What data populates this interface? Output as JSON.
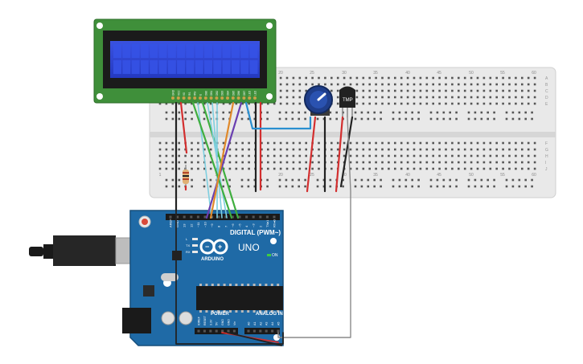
{
  "lcd": {
    "pin_labels": [
      "GND",
      "VCC",
      "V0",
      "RS",
      "RW",
      "E",
      "DB0",
      "DB1",
      "DB2",
      "DB3",
      "DB4",
      "DB5",
      "DB6",
      "DB7",
      "LED",
      "LED"
    ]
  },
  "breadboard": {
    "col_numbers": [
      "1",
      "10",
      "20",
      "25",
      "30",
      "35",
      "40",
      "45",
      "50",
      "55",
      "60"
    ],
    "row_letters_top": [
      "J",
      "I",
      "H",
      "G",
      "F"
    ],
    "row_letters_bottom": [
      "E",
      "D",
      "C",
      "B",
      "A"
    ]
  },
  "sensor": {
    "label": "TMP"
  },
  "arduino": {
    "brand": "ARDUINO",
    "model": "UNO",
    "digital_label": "DIGITAL (PWM~)",
    "power_label": "POWER",
    "analog_label": "ANALOG IN",
    "digital_pins": [
      "AREF",
      "GND",
      "13",
      "12",
      "~11",
      "~10",
      "~9",
      "8",
      "7",
      "~6",
      "~5",
      "4",
      "~3",
      "2",
      "TX▸1",
      "RX◂0"
    ],
    "power_pins": [
      "IOREF",
      "RESET",
      "3.3V",
      "5V",
      "GND",
      "GND",
      "Vin"
    ],
    "analog_pins": [
      "A0",
      "A1",
      "A2",
      "A3",
      "A4",
      "A5"
    ],
    "led_labels": [
      "L",
      "TX",
      "RX"
    ],
    "on_label": "ON"
  },
  "colors": {
    "wire_red": "#d32f2f",
    "wire_black": "#222222",
    "wire_gray": "#8a8a8a",
    "wire_cyan": "#7fcfe0",
    "wire_green": "#3fae3f",
    "wire_purple": "#6a3fb0",
    "wire_orange": "#e0892a",
    "wire_blue": "#2a8fd0",
    "board_blue": "#1f6aa6",
    "lcd_green": "#3f8f3a",
    "lcd_screen": "#2f47d4"
  }
}
